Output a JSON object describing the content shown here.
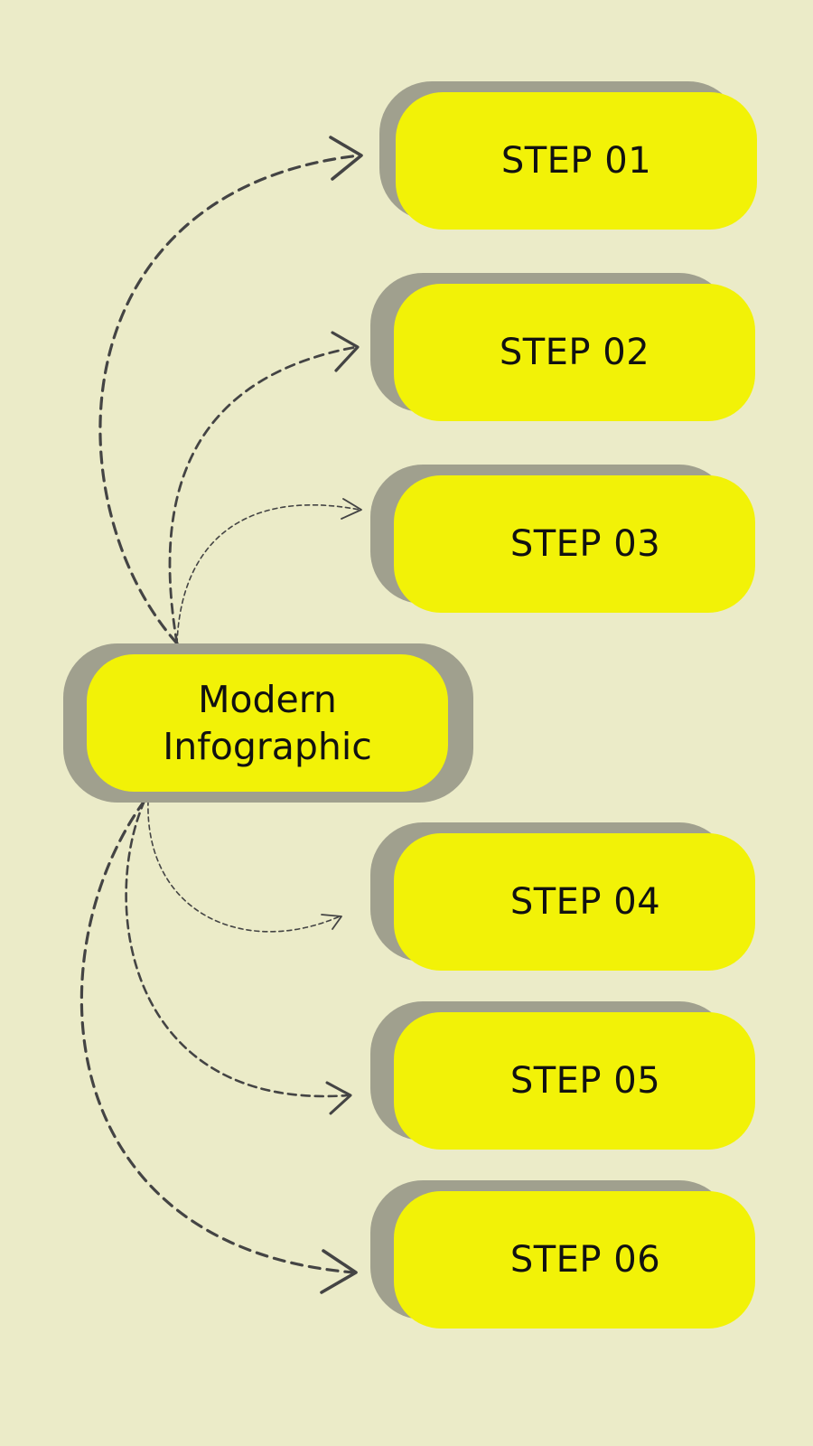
{
  "center": {
    "title_line1": "Modern",
    "title_line2": "Infographic"
  },
  "steps": [
    {
      "label": "STEP 01"
    },
    {
      "label": "STEP 02"
    },
    {
      "label": "STEP 03"
    },
    {
      "label": "STEP 04"
    },
    {
      "label": "STEP 05"
    },
    {
      "label": "STEP 06"
    }
  ],
  "colors": {
    "background": "#ebebc8",
    "box_fill": "#f2f207",
    "box_shadow": "#a0a08e",
    "connector": "#444444",
    "text": "#111111"
  }
}
